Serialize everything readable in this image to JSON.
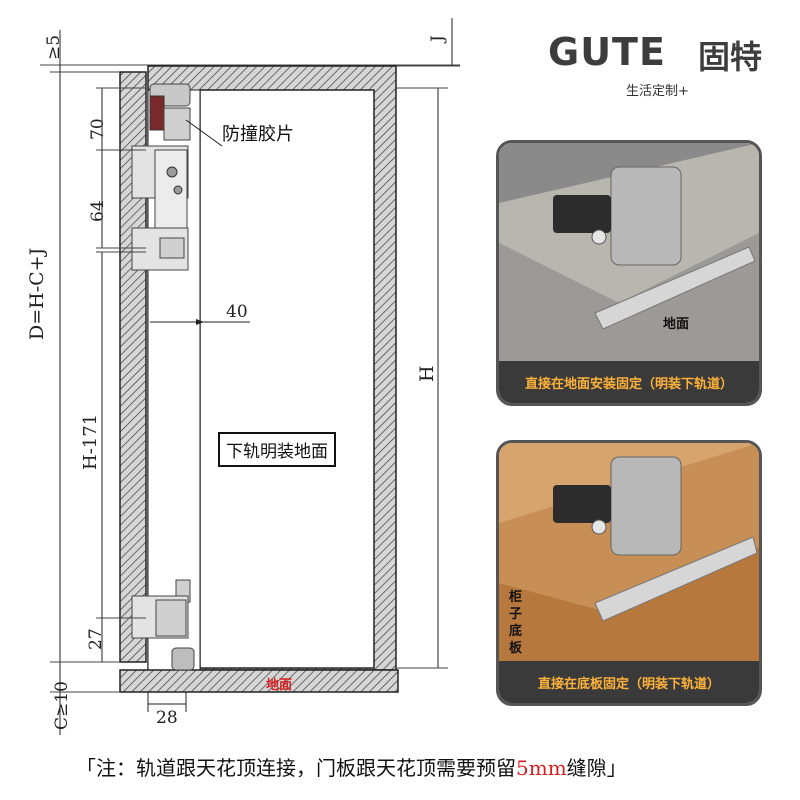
{
  "brand": {
    "logo_word": "GUTE",
    "logo_cn": "固特",
    "tagline": "生活定制+"
  },
  "diagram": {
    "bumper_label": "防撞胶片",
    "center_box_label": "下轨明装地面",
    "floor_label": "地面",
    "dims": {
      "top_gap": "≥5",
      "j": "J",
      "d_formula": "D=H-C+J",
      "d70": "70",
      "d64": "64",
      "d40": "40",
      "h171": "H-171",
      "d27": "27",
      "h": "H",
      "c_gap": "C≥10",
      "d28": "28"
    }
  },
  "panels": [
    {
      "caption": "直接在地面安装固定（明装下轨道）",
      "label": "地面"
    },
    {
      "caption": "直接在底板固定（明装下轨道）",
      "label": "柜子底板"
    }
  ],
  "note": {
    "prefix": "「注：轨道跟天花顶连接，门板跟天花顶需要预留",
    "highlight": "5mm",
    "suffix": "缝隙」"
  },
  "colors": {
    "hatch": "#2a2a2a",
    "frame_fill": "#d9d9d9",
    "accent_red": "#d62020",
    "caption_text": "#ffb23a",
    "caption_bg": "#3a3a3a"
  }
}
